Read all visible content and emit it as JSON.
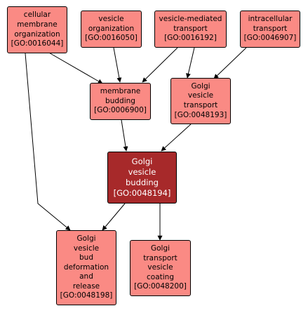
{
  "nodes": {
    "cellular_membrane_organization": {
      "lines": [
        "cellular",
        "membrane",
        "organization",
        "[GO:0016044]"
      ]
    },
    "vesicle_organization": {
      "lines": [
        "vesicle",
        "organization",
        "[GO:0016050]"
      ]
    },
    "vesicle_mediated_transport": {
      "lines": [
        "vesicle-mediated",
        "transport",
        "[GO:0016192]"
      ]
    },
    "intracellular_transport": {
      "lines": [
        "intracellular",
        "transport",
        "[GO:0046907]"
      ]
    },
    "membrane_budding": {
      "lines": [
        "membrane",
        "budding",
        "[GO:0006900]"
      ]
    },
    "golgi_vesicle_transport": {
      "lines": [
        "Golgi",
        "vesicle",
        "transport",
        "[GO:0048193]"
      ]
    },
    "golgi_vesicle_budding": {
      "lines": [
        "Golgi",
        "vesicle",
        "budding",
        "[GO:0048194]"
      ]
    },
    "golgi_vesicle_bud_deformation_and_release": {
      "lines": [
        "Golgi",
        "vesicle",
        "bud",
        "deformation",
        "and",
        "release",
        "[GO:0048198]"
      ]
    },
    "golgi_transport_vesicle_coating": {
      "lines": [
        "Golgi",
        "transport",
        "vesicle",
        "coating",
        "[GO:0048200]"
      ]
    }
  },
  "colors": {
    "node_fill": "#fa8a84",
    "focus_fill": "#a7292a",
    "edge": "#000000"
  }
}
